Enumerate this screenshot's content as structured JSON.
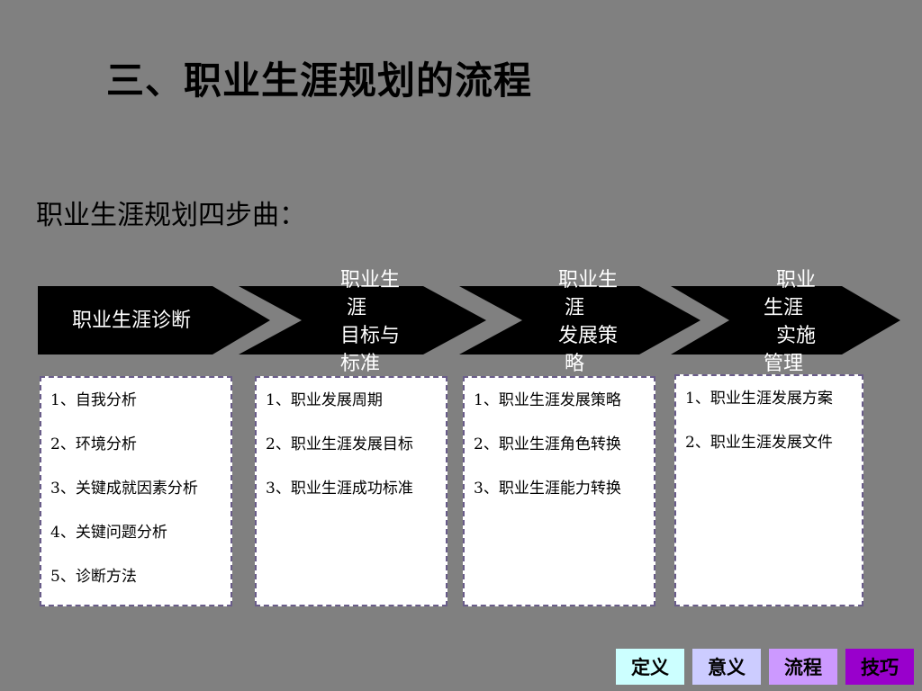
{
  "title": "三、职业生涯规划的流程",
  "subtitle": "职业生涯规划四步曲：",
  "steps": [
    {
      "label": "职业生涯诊断",
      "items": [
        "1、自我分析",
        "2、环境分析",
        "3、关键成就因素分析",
        "4、关键问题分析",
        "5、诊断方法"
      ]
    },
    {
      "label": "职业生\n 涯\n目标与\n标准",
      "items": [
        "1、职业发展周期",
        "2、职业生涯发展目标",
        "3、职业生涯成功标准"
      ]
    },
    {
      "label": "职业生\n 涯\n发展策\n 略",
      "items": [
        "1、职业生涯发展策略",
        "2、职业生涯角色转换",
        "3、职业生涯能力转换"
      ]
    },
    {
      "label": "  职业\n生涯\n  实施\n管理",
      "items": [
        "1、职业生涯发展方案",
        "2、职业生涯发展文件"
      ]
    }
  ],
  "nav": [
    {
      "label": "定义",
      "color": "#ccffff"
    },
    {
      "label": "意义",
      "color": "#ccccff"
    },
    {
      "label": "流程",
      "color": "#cc99ff"
    },
    {
      "label": "技巧",
      "color": "#9900cc"
    }
  ]
}
